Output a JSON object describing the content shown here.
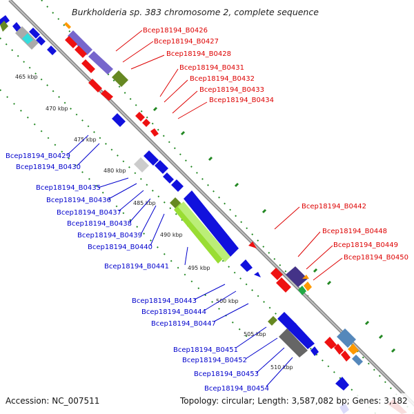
{
  "title": "Burkholderia sp. 383 chromosome 2, complete sequence",
  "accession": "Accession: NC_007511",
  "topology": "Topology: circular; Length: 3,587,082 bp; Genes: 3,182",
  "colors": {
    "backbone": "#8c8c8c",
    "plus_label": "#dd0000",
    "minus_label": "#0000cc",
    "plus_gene": "#ee1111",
    "minus_gene": "#1111dd",
    "green_tick": "#228822",
    "purple": "#7766cc",
    "olive": "#668822",
    "lime": "#99dd33",
    "grey": "#aaaaaa",
    "dark_grey": "#666666",
    "steel": "#5588bb",
    "orange": "#ff9900",
    "cyan": "#33dddd",
    "teal": "#229999"
  },
  "kbp_ticks": [
    "465 kbp",
    "470 kbp",
    "475 kbp",
    "480 kbp",
    "485 kbp",
    "490 kbp",
    "495 kbp",
    "500 kbp",
    "505 kbp",
    "510 kbp"
  ],
  "plus_labels": [
    "Bcep18194_B0426",
    "Bcep18194_B0427",
    "Bcep18194_B0428",
    "Bcep18194_B0431",
    "Bcep18194_B0432",
    "Bcep18194_B0433",
    "Bcep18194_B0434",
    "Bcep18194_B0442",
    "Bcep18194_B0448",
    "Bcep18194_B0449",
    "Bcep18194_B0450"
  ],
  "minus_labels": [
    "Bcep18194_B0429",
    "Bcep18194_B0430",
    "Bcep18194_B0435",
    "Bcep18194_B0436",
    "Bcep18194_B0437",
    "Bcep18194_B0438",
    "Bcep18194_B0439",
    "Bcep18194_B0440",
    "Bcep18194_B0441",
    "Bcep18194_B0443",
    "Bcep18194_B0444",
    "Bcep18194_B0447",
    "Bcep18194_B0451",
    "Bcep18194_B0452",
    "Bcep18194_B0453",
    "Bcep18194_B0454"
  ]
}
